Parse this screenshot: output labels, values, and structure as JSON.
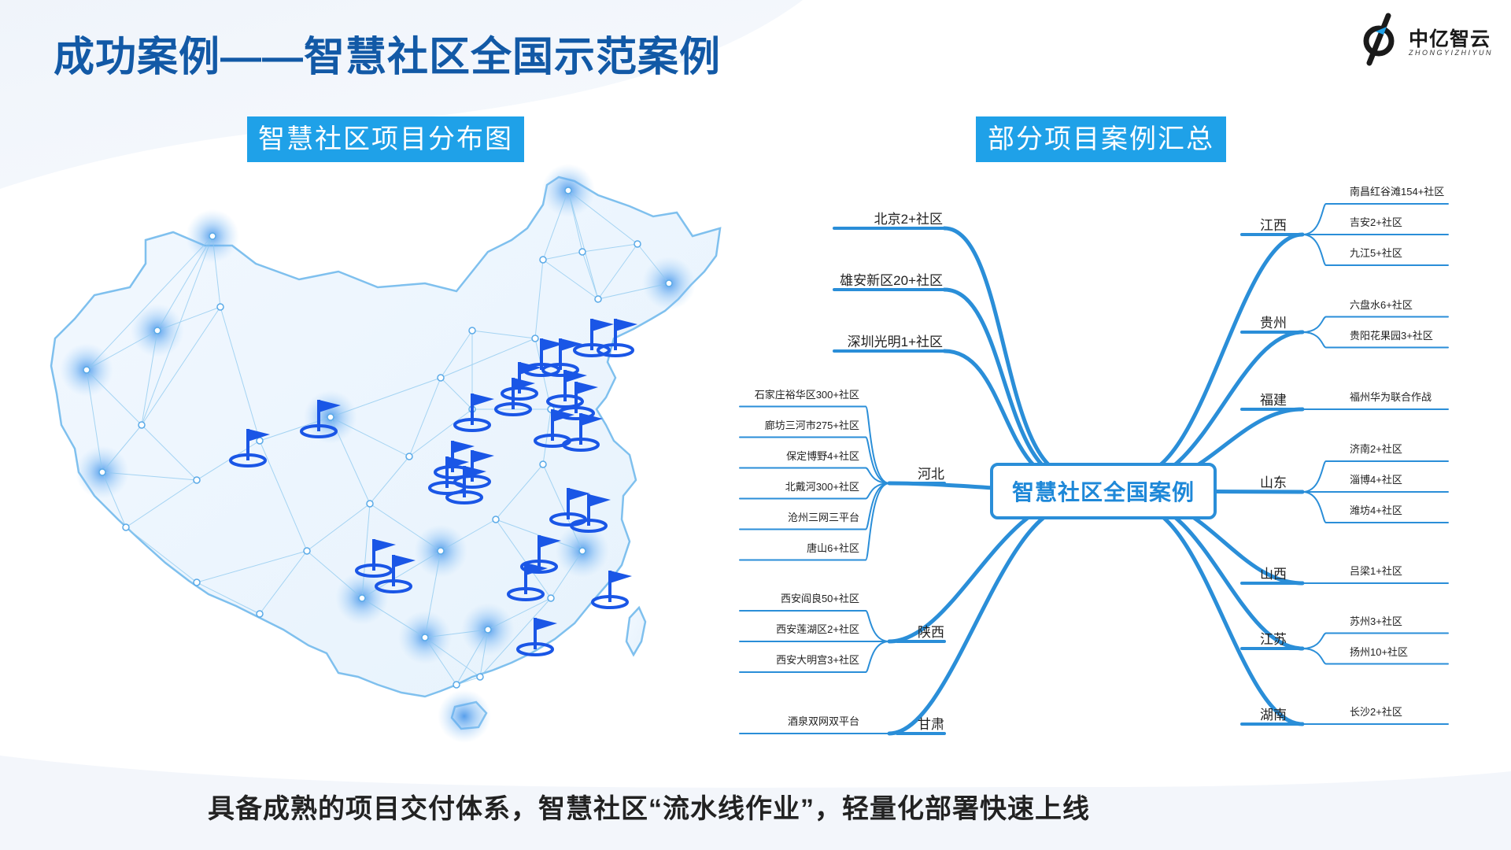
{
  "header": {
    "title": "成功案例——智慧社区全国示范案例"
  },
  "logo": {
    "name": "中亿智云",
    "subtitle": "ZHONGYIZHIYUN"
  },
  "map_section": {
    "label": "智慧社区项目分布图"
  },
  "mindmap_section": {
    "label": "部分项目案例汇总",
    "central": "智慧社区全国案例",
    "left": [
      {
        "label": "北京2+社区",
        "children": []
      },
      {
        "label": "雄安新区20+社区",
        "children": []
      },
      {
        "label": "深圳光明1+社区",
        "children": []
      },
      {
        "label": "河北",
        "children": [
          "石家庄裕华区300+社区",
          "廊坊三河市275+社区",
          "保定博野4+社区",
          "北戴河300+社区",
          "沧州三网三平台",
          "唐山6+社区"
        ]
      },
      {
        "label": "陕西",
        "children": [
          "西安阎良50+社区",
          "西安莲湖区2+社区",
          "西安大明宫3+社区"
        ]
      },
      {
        "label": "甘肃",
        "children": [
          "酒泉双网双平台"
        ]
      }
    ],
    "right": [
      {
        "label": "江西",
        "children": [
          "南昌红谷滩154+社区",
          "吉安2+社区",
          "九江5+社区"
        ]
      },
      {
        "label": "贵州",
        "children": [
          "六盘水6+社区",
          "贵阳花果园3+社区"
        ]
      },
      {
        "label": "福建",
        "children": [
          "福州华为联合作战"
        ]
      },
      {
        "label": "山东",
        "children": [
          "济南2+社区",
          "淄博4+社区",
          "潍坊4+社区"
        ]
      },
      {
        "label": "山西",
        "children": [
          "吕梁1+社区"
        ]
      },
      {
        "label": "江苏",
        "children": [
          "苏州3+社区",
          "扬州10+社区"
        ]
      },
      {
        "label": "湖南",
        "children": [
          "长沙2+社区"
        ]
      }
    ]
  },
  "footer": {
    "text": "具备成熟的项目交付体系，智慧社区“流水线作业”，轻量化部署快速上线"
  },
  "colors": {
    "title": "#1259a6",
    "accent": "#1fa1e8",
    "branch": "#2a8ed8",
    "map_node": "#3d8fe8",
    "flag": "#1a56e6"
  },
  "icons": {
    "flag": "flag-icon",
    "logo": "logo-icon"
  }
}
